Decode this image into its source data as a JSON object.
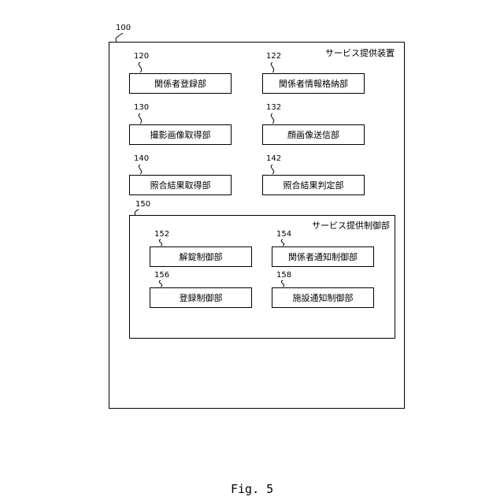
{
  "device": {
    "ref": "100",
    "title": "サービス提供装置"
  },
  "units": {
    "u120": {
      "ref": "120",
      "label": "関係者登録部"
    },
    "u122": {
      "ref": "122",
      "label": "関係者情報格納部"
    },
    "u130": {
      "ref": "130",
      "label": "撮影画像取得部"
    },
    "u132": {
      "ref": "132",
      "label": "顔画像送信部"
    },
    "u140": {
      "ref": "140",
      "label": "照合結果取得部"
    },
    "u142": {
      "ref": "142",
      "label": "照合結果判定部"
    }
  },
  "control": {
    "ref": "150",
    "title": "サービス提供制御部",
    "units": {
      "u152": {
        "ref": "152",
        "label": "解錠制御部"
      },
      "u154": {
        "ref": "154",
        "label": "関係者通知制御部"
      },
      "u156": {
        "ref": "156",
        "label": "登録制御部"
      },
      "u158": {
        "ref": "158",
        "label": "施設通知制御部"
      }
    }
  },
  "caption": "Fig. 5"
}
